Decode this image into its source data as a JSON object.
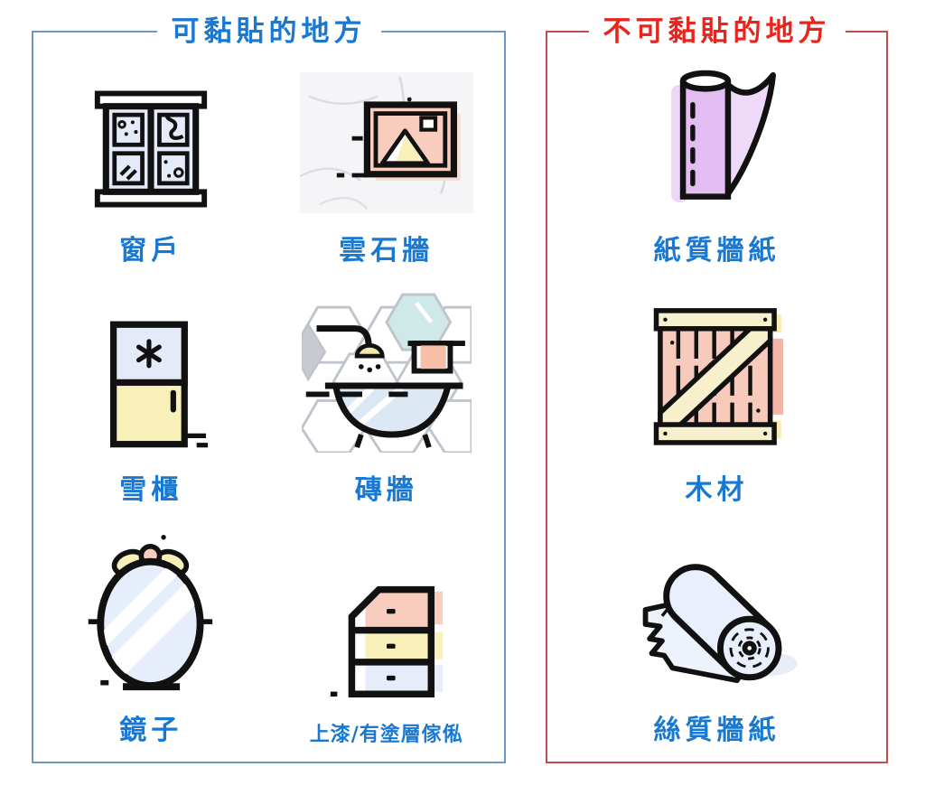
{
  "colors": {
    "label_text": "#1878d2",
    "allowed_border": "#6e96c3",
    "allowed_title": "#1878d2",
    "forbidden_border": "#c0504d",
    "forbidden_title": "#e8251d",
    "icon_palette": {
      "periwinkle": "#e4eaf8",
      "pale_yellow": "#f8f0b8",
      "peach_pink": "#f8cdbd",
      "lavender_purple": "#e3bcf2",
      "teal_tile": "#cfe9e9",
      "outline_black": "#111111"
    }
  },
  "panels": {
    "allowed": {
      "title": "可黏貼的地方",
      "items": [
        {
          "name": "window",
          "label": "窗戶"
        },
        {
          "name": "marble-wall",
          "label": "雲石牆"
        },
        {
          "name": "refrigerator",
          "label": "雪櫃"
        },
        {
          "name": "brick-tile-wall",
          "label": "磚牆"
        },
        {
          "name": "mirror",
          "label": "鏡子"
        },
        {
          "name": "painted-coated-furniture",
          "label": "上漆/有塗層傢俬"
        }
      ]
    },
    "forbidden": {
      "title": "不可黏貼的地方",
      "items": [
        {
          "name": "paper-wallpaper",
          "label": "紙質牆紙"
        },
        {
          "name": "wood",
          "label": "木材"
        },
        {
          "name": "silk-wallpaper",
          "label": "絲質牆紙"
        }
      ]
    }
  }
}
